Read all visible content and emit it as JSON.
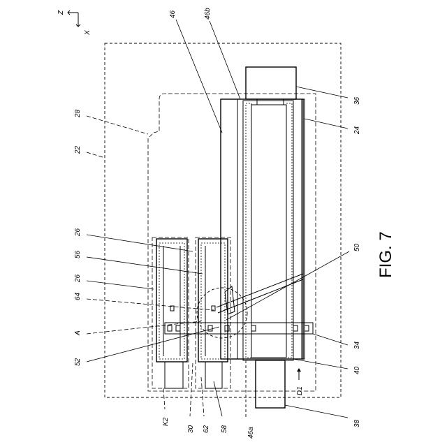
{
  "figure": {
    "title": "FIG. 7",
    "axes": {
      "z": "Z",
      "x": "X"
    },
    "direction": "D1",
    "labels": {
      "l46": "46",
      "l46b": "46b",
      "l36": "36",
      "l28": "28",
      "l24": "24",
      "l22": "22",
      "l26a": "26",
      "l56": "56",
      "l26b": "26",
      "l64": "64",
      "l50": "50",
      "lA": "A",
      "l34": "34",
      "l52": "52",
      "l40": "40",
      "lK2": "K2",
      "l30": "30",
      "l62": "62",
      "l58": "58",
      "l46a": "46a",
      "l38": "38"
    }
  }
}
